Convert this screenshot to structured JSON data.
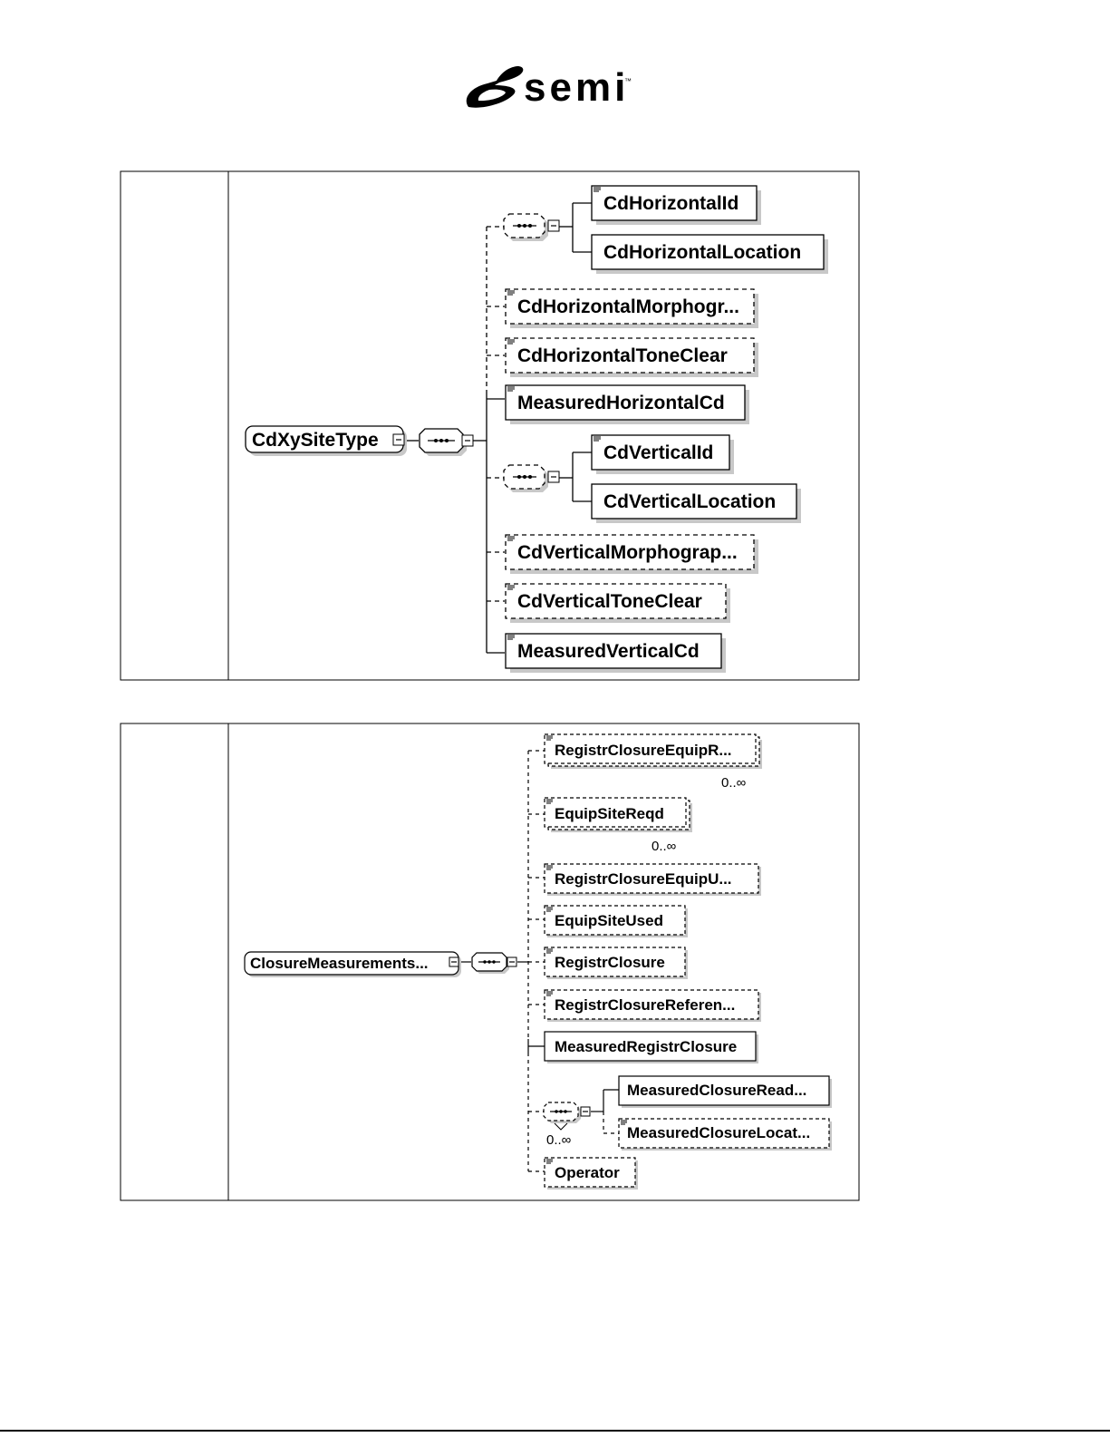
{
  "logo": {
    "text": "semi",
    "tm": "™"
  },
  "diagram1": {
    "root": "CdXySiteType",
    "seq1": {
      "children": [
        "CdHorizontalId",
        "CdHorizontalLocation"
      ]
    },
    "items": [
      "CdHorizontalMorphogr...",
      "CdHorizontalToneClear",
      "MeasuredHorizontalCd"
    ],
    "seq2": {
      "children": [
        "CdVerticalId",
        "CdVerticalLocation"
      ]
    },
    "items2": [
      "CdVerticalMorphograp...",
      "CdVerticalToneClear",
      "MeasuredVerticalCd"
    ]
  },
  "diagram2": {
    "root": "ClosureMeasurements...",
    "items": [
      "RegistrClosureEquipR...",
      "EquipSiteReqd",
      "RegistrClosureEquipU...",
      "EquipSiteUsed",
      "RegistrClosure",
      "RegistrClosureReferen...",
      "MeasuredRegistrClosure"
    ],
    "mult1": "0..∞",
    "mult2": "0..∞",
    "seq": {
      "children": [
        "MeasuredClosureRead...",
        "MeasuredClosureLocat..."
      ],
      "mult": "0..∞"
    },
    "last": "Operator"
  }
}
